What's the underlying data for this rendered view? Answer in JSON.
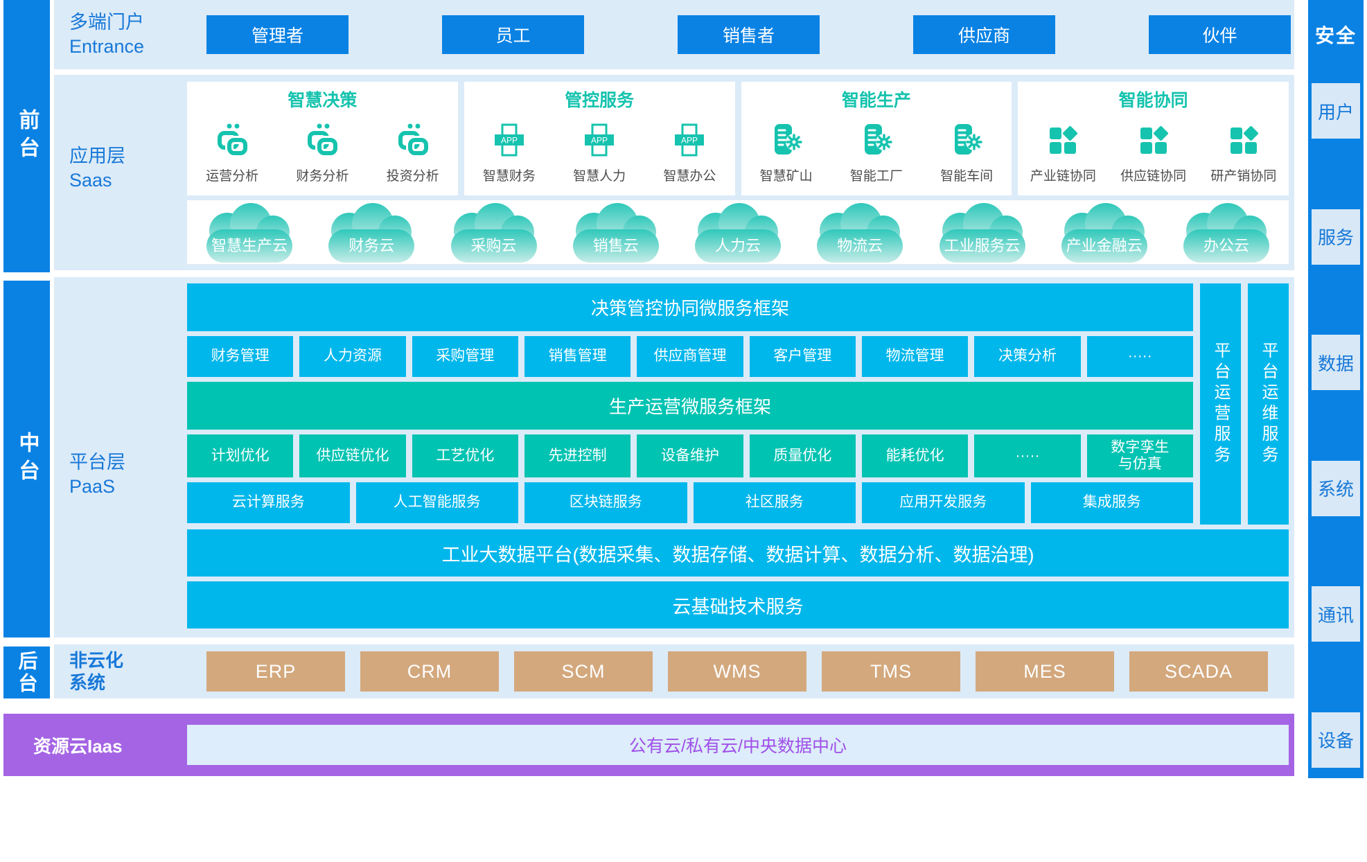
{
  "colors": {
    "primary_blue": "#0a82e4",
    "cyan": "#00b7ec",
    "teal_green": "#00c3b2",
    "icon_teal": "#16c3ae",
    "tan": "#d3a87d",
    "purple": "#a464e4",
    "section_bg": "#dcebf8"
  },
  "left_bars": {
    "front": "前台",
    "middle": "中台",
    "back": "后台"
  },
  "entrance": {
    "title_line1": "多端门户",
    "title_line2": "Entrance",
    "buttons": [
      {
        "label": "管理者"
      },
      {
        "label": "员工"
      },
      {
        "label": "销售者"
      },
      {
        "label": "供应商"
      },
      {
        "label": "伙伴"
      }
    ]
  },
  "saas": {
    "layer_line1": "应用层",
    "layer_line2": "Saas",
    "groups": [
      {
        "header": "智慧决策",
        "items": [
          {
            "label": "运营分析",
            "icon": "link"
          },
          {
            "label": "财务分析",
            "icon": "link"
          },
          {
            "label": "投资分析",
            "icon": "link"
          }
        ]
      },
      {
        "header": "管控服务",
        "items": [
          {
            "label": "智慧财务",
            "icon": "app"
          },
          {
            "label": "智慧人力",
            "icon": "app"
          },
          {
            "label": "智慧办公",
            "icon": "app"
          }
        ]
      },
      {
        "header": "智能生产",
        "items": [
          {
            "label": "智慧矿山",
            "icon": "phone-gear"
          },
          {
            "label": "智能工厂",
            "icon": "phone-gear"
          },
          {
            "label": "智能车间",
            "icon": "phone-gear"
          }
        ]
      },
      {
        "header": "智能协同",
        "items": [
          {
            "label": "产业链协同",
            "icon": "grid"
          },
          {
            "label": "供应链协同",
            "icon": "grid"
          },
          {
            "label": "研产销协同",
            "icon": "grid"
          }
        ]
      }
    ],
    "clouds": [
      {
        "label": "智慧生产云"
      },
      {
        "label": "财务云"
      },
      {
        "label": "采购云"
      },
      {
        "label": "销售云"
      },
      {
        "label": "人力云"
      },
      {
        "label": "物流云"
      },
      {
        "label": "工业服务云"
      },
      {
        "label": "产业金融云"
      },
      {
        "label": "办公云"
      }
    ]
  },
  "paas": {
    "layer_line1": "平台层",
    "layer_line2": "PaaS",
    "framework1": "决策管控协同微服务框架",
    "row1": [
      {
        "label": "财务管理"
      },
      {
        "label": "人力资源"
      },
      {
        "label": "采购管理"
      },
      {
        "label": "销售管理"
      },
      {
        "label": "供应商管理"
      },
      {
        "label": "客户管理"
      },
      {
        "label": "物流管理"
      },
      {
        "label": "决策分析"
      },
      {
        "label": "·····"
      }
    ],
    "framework2": "生产运营微服务框架",
    "row2": [
      {
        "label": "计划优化"
      },
      {
        "label": "供应链优化"
      },
      {
        "label": "工艺优化"
      },
      {
        "label": "先进控制"
      },
      {
        "label": "设备维护"
      },
      {
        "label": "质量优化"
      },
      {
        "label": "能耗优化"
      },
      {
        "label": "·····"
      },
      {
        "label": "数字孪生\n与仿真"
      }
    ],
    "row3": [
      {
        "label": "云计算服务"
      },
      {
        "label": "人工智能服务"
      },
      {
        "label": "区块链服务"
      },
      {
        "label": "社区服务"
      },
      {
        "label": "应用开发服务"
      },
      {
        "label": "集成服务"
      }
    ],
    "bigdata": "工业大数据平台(数据采集、数据存储、数据计算、数据分析、数据治理)",
    "cloudbase": "云基础技术服务",
    "vertical_bars": [
      {
        "label": "平台运营服务"
      },
      {
        "label": "平台运维服务"
      }
    ]
  },
  "backend": {
    "layer_line1": "非云化",
    "layer_line2": "系统",
    "systems": [
      {
        "label": "ERP"
      },
      {
        "label": "CRM"
      },
      {
        "label": "SCM"
      },
      {
        "label": "WMS"
      },
      {
        "label": "TMS"
      },
      {
        "label": "MES"
      },
      {
        "label": "SCADA"
      }
    ]
  },
  "iaas": {
    "label": "资源云Iaas",
    "content": "公有云/私有云/中央数据中心"
  },
  "sidebar": {
    "title": "安全",
    "items": [
      {
        "label": "用户"
      },
      {
        "label": "服务"
      },
      {
        "label": "数据"
      },
      {
        "label": "系统"
      },
      {
        "label": "通讯"
      },
      {
        "label": "设备"
      }
    ]
  }
}
